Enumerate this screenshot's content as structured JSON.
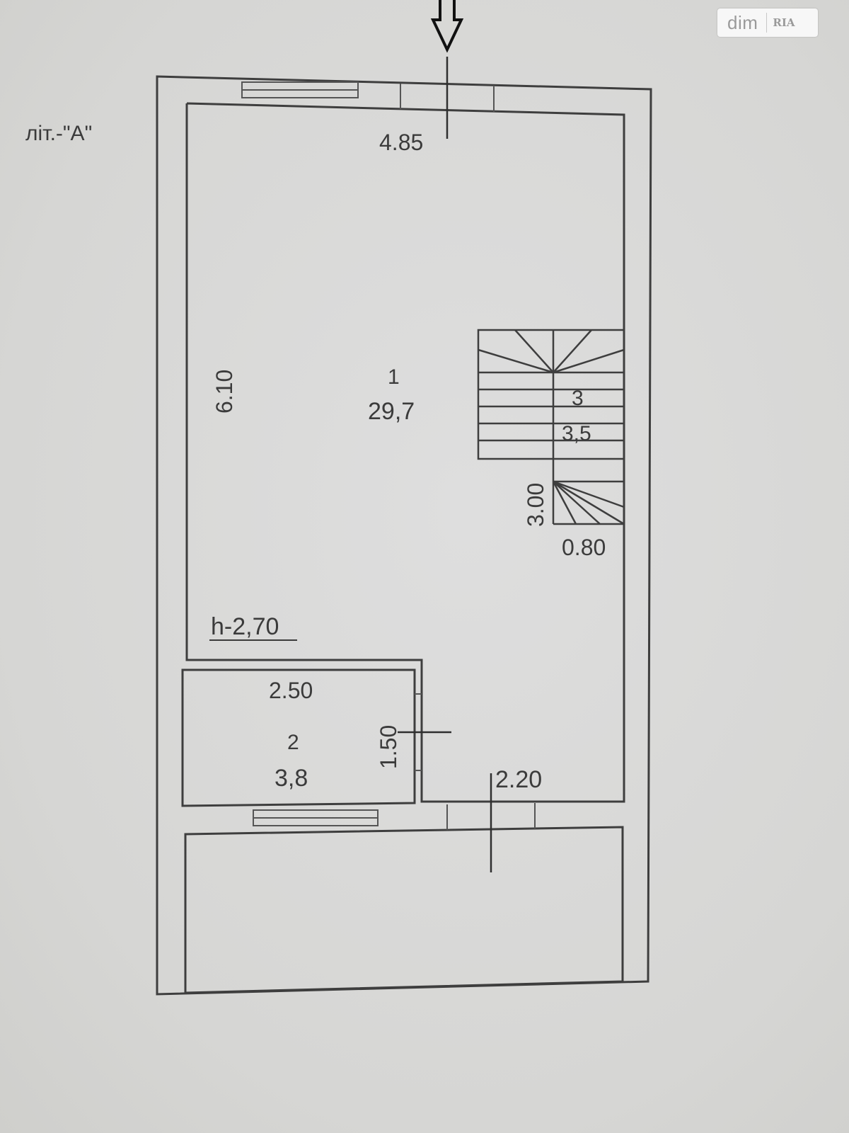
{
  "watermark": {
    "brand": "dim",
    "brand_secondary": "RIA"
  },
  "plan": {
    "building_letter": "літ.-\"А\"",
    "rooms": [
      {
        "number": "1",
        "area": "29,7"
      },
      {
        "number": "2",
        "area": "3,8"
      },
      {
        "number": "3",
        "area": "3,5"
      }
    ],
    "dimensions": {
      "top_width": "4.85",
      "left_height": "6.10",
      "stair_length": "3.00",
      "stair_width": "0.80",
      "ceiling_height": "h-2,70",
      "room2_width": "2.50",
      "room2_depth": "1.50",
      "bottom_right": "2.20"
    }
  },
  "colors": {
    "paper": "#d9d9d7",
    "ink": "#3b3b3b",
    "arrow": "#111111"
  }
}
